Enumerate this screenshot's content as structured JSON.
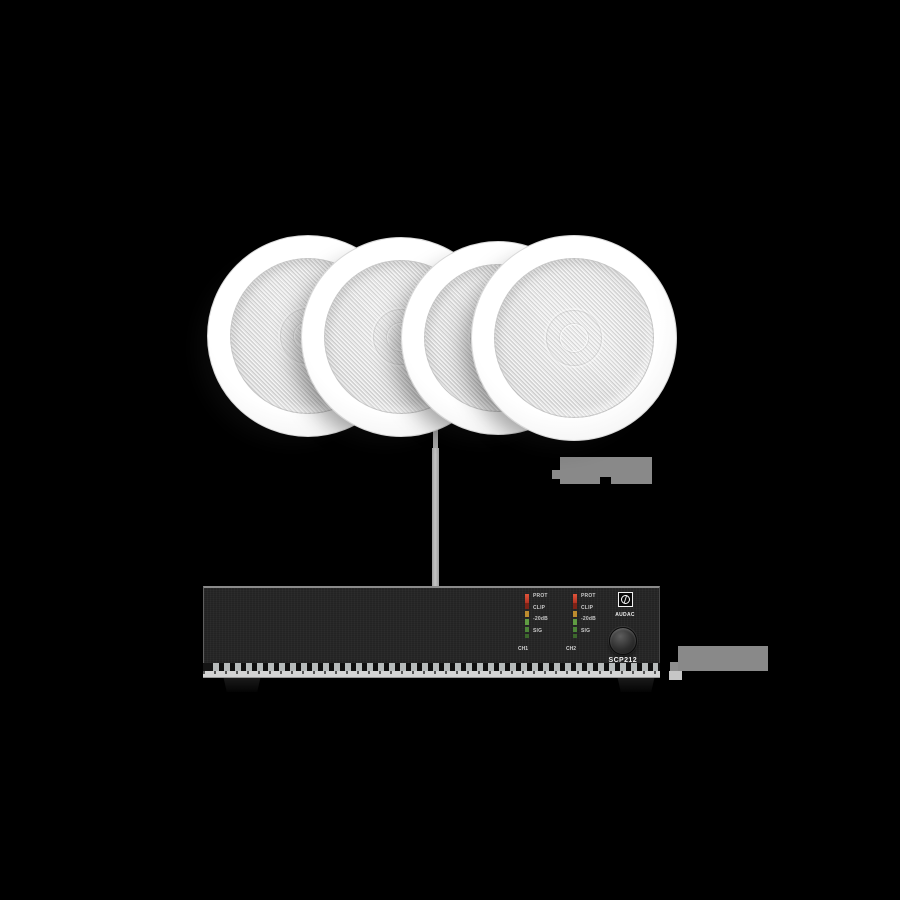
{
  "background_color": "#000000",
  "product": {
    "speakers": {
      "count": 4,
      "type": "ceiling-speaker",
      "shell_color": "#f5f5f5",
      "grille_color": "#e4e4e4"
    },
    "cable_color": "#b6b6b6",
    "amplifier": {
      "model": "SCP212",
      "brand": "AUDAC",
      "panel_color": "#232323",
      "trim_color": "#d4d4d4",
      "channels": [
        {
          "name": "CH1",
          "led_labels": [
            "PROT",
            "CLIP",
            "-20dB",
            "SIG"
          ]
        },
        {
          "name": "CH2",
          "led_labels": [
            "PROT",
            "CLIP",
            "-20dB",
            "SIG"
          ]
        }
      ],
      "led_colors": {
        "prot": "#c23b2a",
        "clip": "#bd8c2f",
        "minus20db": "#5f9c42",
        "sig": "#4c8538"
      }
    }
  }
}
